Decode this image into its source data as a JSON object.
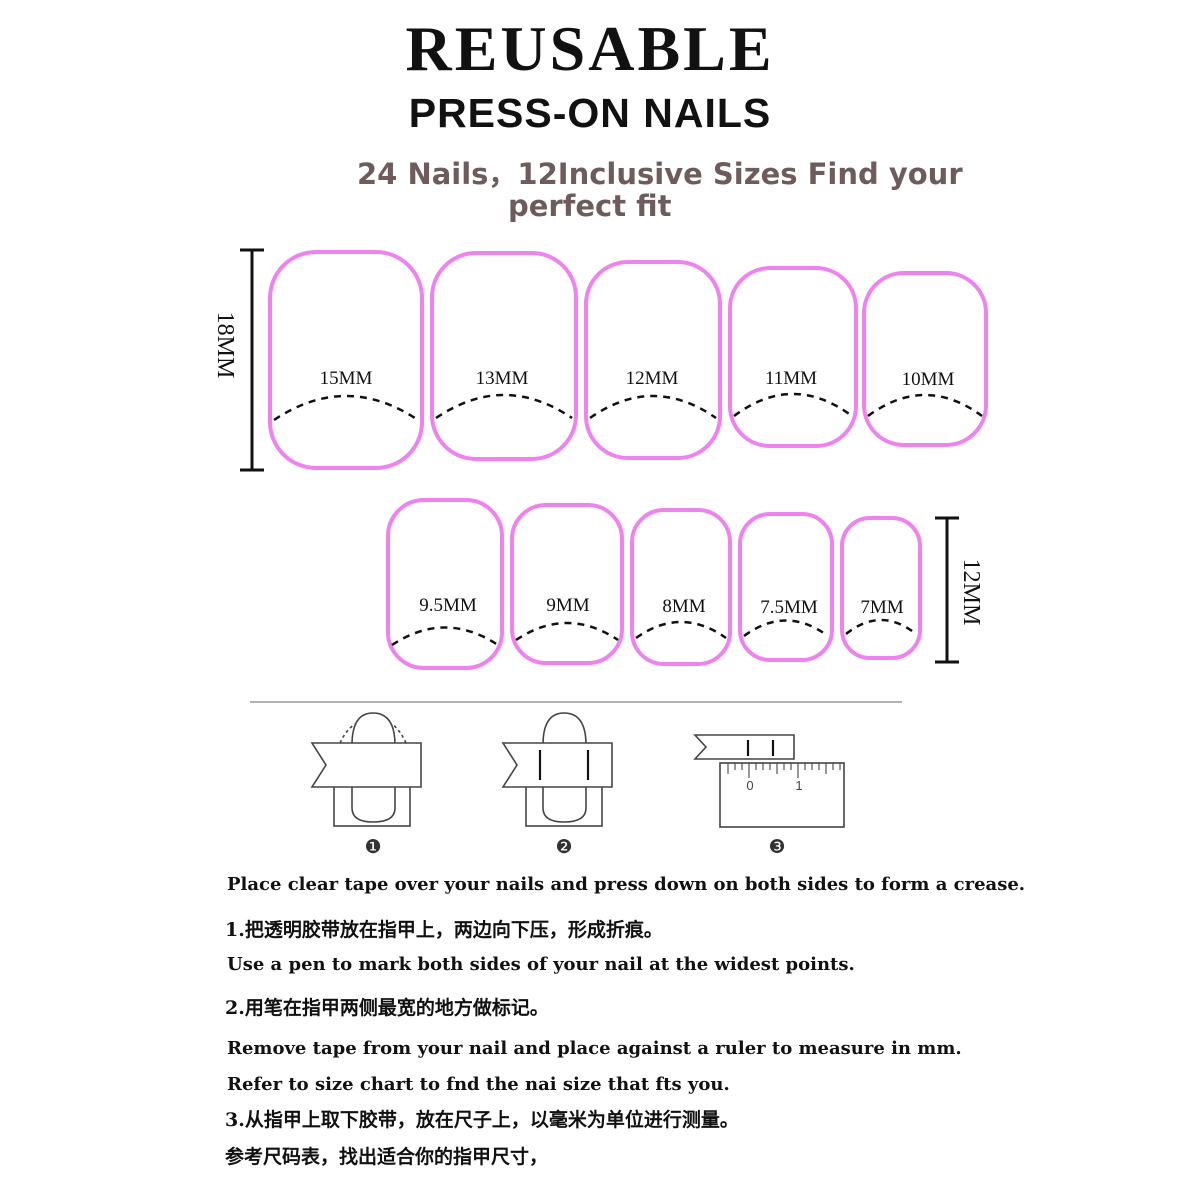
{
  "header": {
    "title": "REUSABLE",
    "subtitle": "PRESS-ON  NAILS",
    "tagline_line1": "24 Nails，12Inclusive Sizes  Find your",
    "tagline_line2": "perfect fit"
  },
  "size_chart": {
    "row1_length_label": "18MM",
    "row2_length_label": "12MM",
    "nail_color": "#ee82ee",
    "row1_sizes": [
      "15MM",
      "13MM",
      "12MM",
      "11MM",
      "10MM"
    ],
    "row2_sizes": [
      "9.5MM",
      "9MM",
      "8MM",
      "7.5MM",
      "7MM"
    ]
  },
  "steps": {
    "markers": [
      "❶",
      "❷",
      "❸"
    ],
    "ruler_numbers": [
      "0",
      "1"
    ]
  },
  "instructions": [
    "Place clear tape over your nails and press down on both sides to form a crease.",
    "1.把透明胶带放在指甲上，两边向下压，形成折痕。",
    "Use a pen to mark both sides of your nail at the widest points.",
    "2.用笔在指甲两侧最宽的地方做标记。",
    "Remove tape from your nail and place against a ruler to measure in mm.",
    "Refer to size chart to fnd the nai size that fts you.",
    "3.从指甲上取下胶带，放在尺子上，以毫米为单位进行测量。",
    "参考尺码表，找出适合你的指甲尺寸，"
  ]
}
